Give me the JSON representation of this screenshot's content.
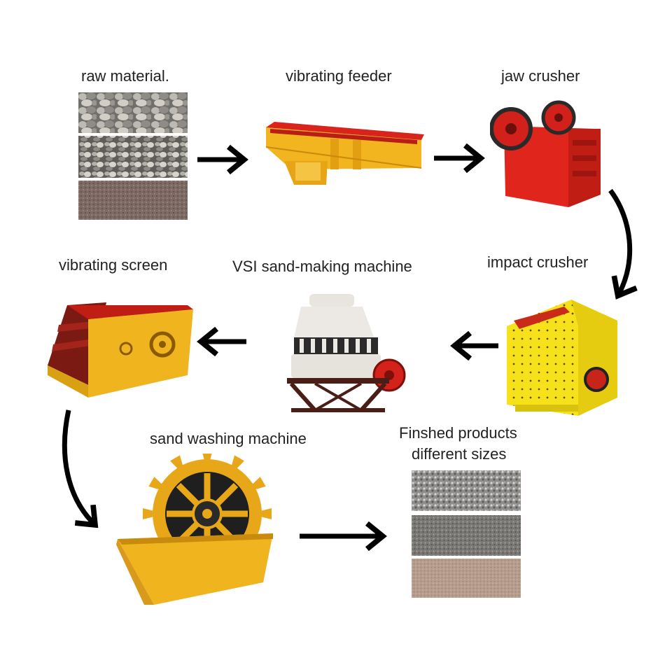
{
  "steps": {
    "raw_material": {
      "label": "raw material."
    },
    "vibrating_feeder": {
      "label": "vibrating feeder"
    },
    "jaw_crusher": {
      "label": "jaw crusher"
    },
    "impact_crusher": {
      "label": "impact crusher"
    },
    "vsi": {
      "label": "VSI sand-making machine"
    },
    "vibrating_screen": {
      "label": "vibrating screen"
    },
    "sand_washing": {
      "label": "sand washing machine"
    },
    "finished": {
      "line1": "Finshed products",
      "line2": "different sizes"
    }
  },
  "colors": {
    "machine_yellow": "#f2b41f",
    "machine_red": "#e0261c",
    "machine_white": "#ece9e4",
    "arrow": "#000000"
  },
  "icons": [
    "gravel-sample-icon",
    "vibrating-feeder-icon",
    "jaw-crusher-icon",
    "impact-crusher-icon",
    "cone-sand-maker-icon",
    "vibrating-screen-icon",
    "sand-washer-icon",
    "aggregate-sample-icon"
  ]
}
